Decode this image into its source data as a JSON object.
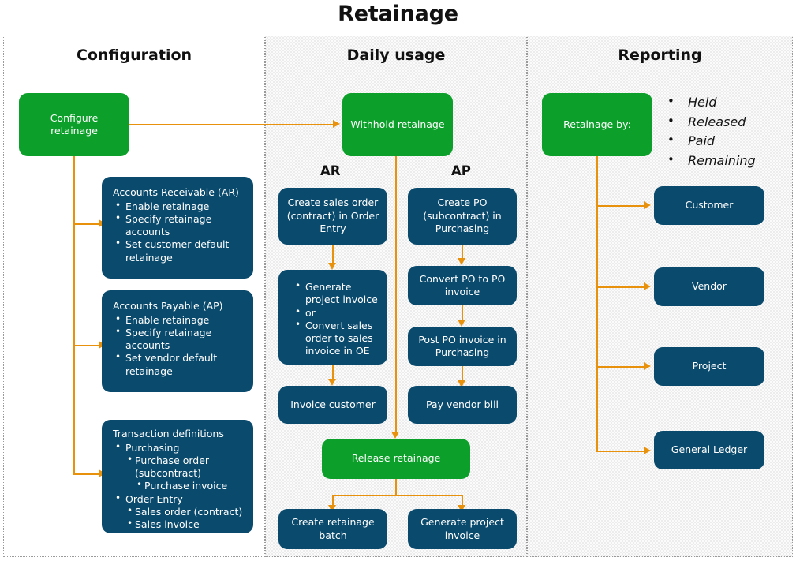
{
  "title": "Retainage",
  "colors": {
    "green": "#0CA02A",
    "navy": "#0A4A6D",
    "orange": "#E8910C",
    "panel_border": "#9a9a9a",
    "text_dark": "#111111"
  },
  "panels": {
    "configuration": {
      "title": "Configuration"
    },
    "daily": {
      "title": "Daily usage"
    },
    "reporting": {
      "title": "Reporting"
    }
  },
  "configuration": {
    "start": {
      "label": "Configure retainage"
    },
    "ar": {
      "title": "Accounts Receivable (AR)",
      "items": [
        "Enable retainage",
        "Specify retainage accounts",
        "Set customer default retainage"
      ]
    },
    "ap": {
      "title": "Accounts Payable (AP)",
      "items": [
        "Enable retainage",
        "Specify retainage accounts",
        "Set vendor default retainage"
      ]
    },
    "txn": {
      "title": "Transaction definitions",
      "purchasing": {
        "label": "Purchasing",
        "items": [
          "Purchase order (subcontract)"
        ],
        "nested": [
          "Purchase invoice"
        ]
      },
      "order_entry": {
        "label": "Order Entry",
        "items": [
          "Sales order (contract)",
          "Sales invoice (contract)"
        ]
      }
    }
  },
  "daily": {
    "withhold": {
      "label": "Withhold retainage"
    },
    "ar_heading": "AR",
    "ap_heading": "AP",
    "ar_steps": [
      {
        "label": "Create sales order (contract) in Order Entry"
      },
      {
        "label": "Invoice customer"
      }
    ],
    "ar_bullets": {
      "items": [
        "Generate project invoice",
        "or",
        "Convert sales order to sales invoice in OE"
      ]
    },
    "ap_steps": [
      {
        "label": "Create PO (subcontract) in Purchasing"
      },
      {
        "label": "Convert PO to PO invoice"
      },
      {
        "label": "Post PO invoice in Purchasing"
      },
      {
        "label": "Pay vendor bill"
      }
    ],
    "release": {
      "label": "Release retainage"
    },
    "outputs": [
      {
        "label": "Create retainage batch"
      },
      {
        "label": "Generate project invoice"
      }
    ]
  },
  "reporting": {
    "source": {
      "label": "Retainage by:"
    },
    "measures": [
      "Held",
      "Released",
      "Paid",
      "Remaining"
    ],
    "targets": [
      {
        "label": "Customer"
      },
      {
        "label": "Vendor"
      },
      {
        "label": "Project"
      },
      {
        "label": "General Ledger"
      }
    ]
  }
}
